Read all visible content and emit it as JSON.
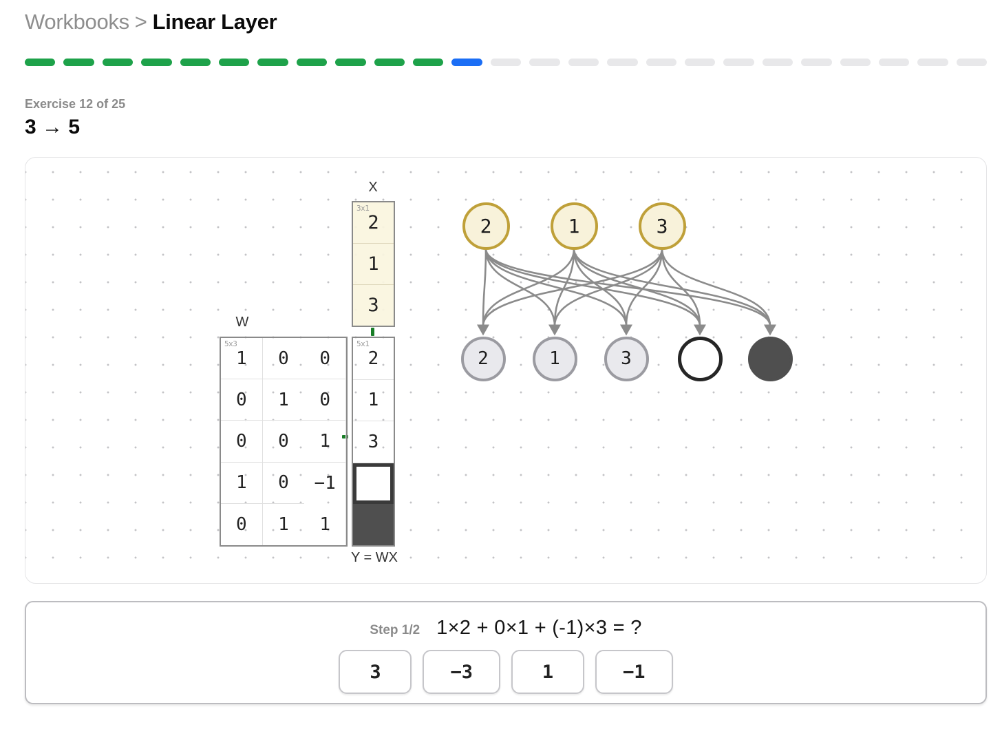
{
  "header": {
    "section": "Workbooks",
    "separator": ">",
    "page": "Linear Layer"
  },
  "progress": {
    "total": 25,
    "completed": 11,
    "current": 12,
    "colors": {
      "done": "#1ea24a",
      "current": "#1b6ef5",
      "todo": "#e8e8ea"
    }
  },
  "exercise": {
    "label": "Exercise 12 of 25",
    "title": "3 → 5"
  },
  "diagram": {
    "x": {
      "label": "X",
      "dims": "3x1",
      "values": [
        "2",
        "1",
        "3"
      ]
    },
    "w": {
      "label": "W",
      "dims": "5x3",
      "rows": [
        [
          "1",
          "0",
          "0"
        ],
        [
          "0",
          "1",
          "0"
        ],
        [
          "0",
          "0",
          "1"
        ],
        [
          "1",
          "0",
          "−1"
        ],
        [
          "0",
          "1",
          "1"
        ]
      ]
    },
    "y": {
      "label": "Y = WX",
      "dims": "5x1",
      "cells": [
        {
          "value": "2"
        },
        {
          "value": "1"
        },
        {
          "value": "3"
        },
        {
          "state": "current"
        },
        {
          "state": "unknown"
        }
      ]
    },
    "input_nodes": [
      "2",
      "1",
      "3"
    ],
    "output_nodes": [
      {
        "value": "2"
      },
      {
        "value": "1"
      },
      {
        "value": "3"
      },
      {
        "state": "current"
      },
      {
        "state": "unknown"
      }
    ],
    "colors": {
      "input_fill": "#f8f2da",
      "input_border": "#bfa039",
      "output_fill": "#e9e9ed",
      "output_border": "#9b9ba1",
      "unknown_fill": "#4f4f4f",
      "edge": "#8b8b8b",
      "marker_green": "#187d26"
    }
  },
  "question": {
    "step": "Step 1/2",
    "text": "1×2 + 0×1 + (-1)×3 = ?"
  },
  "answers": [
    "3",
    "−3",
    "1",
    "−1"
  ]
}
